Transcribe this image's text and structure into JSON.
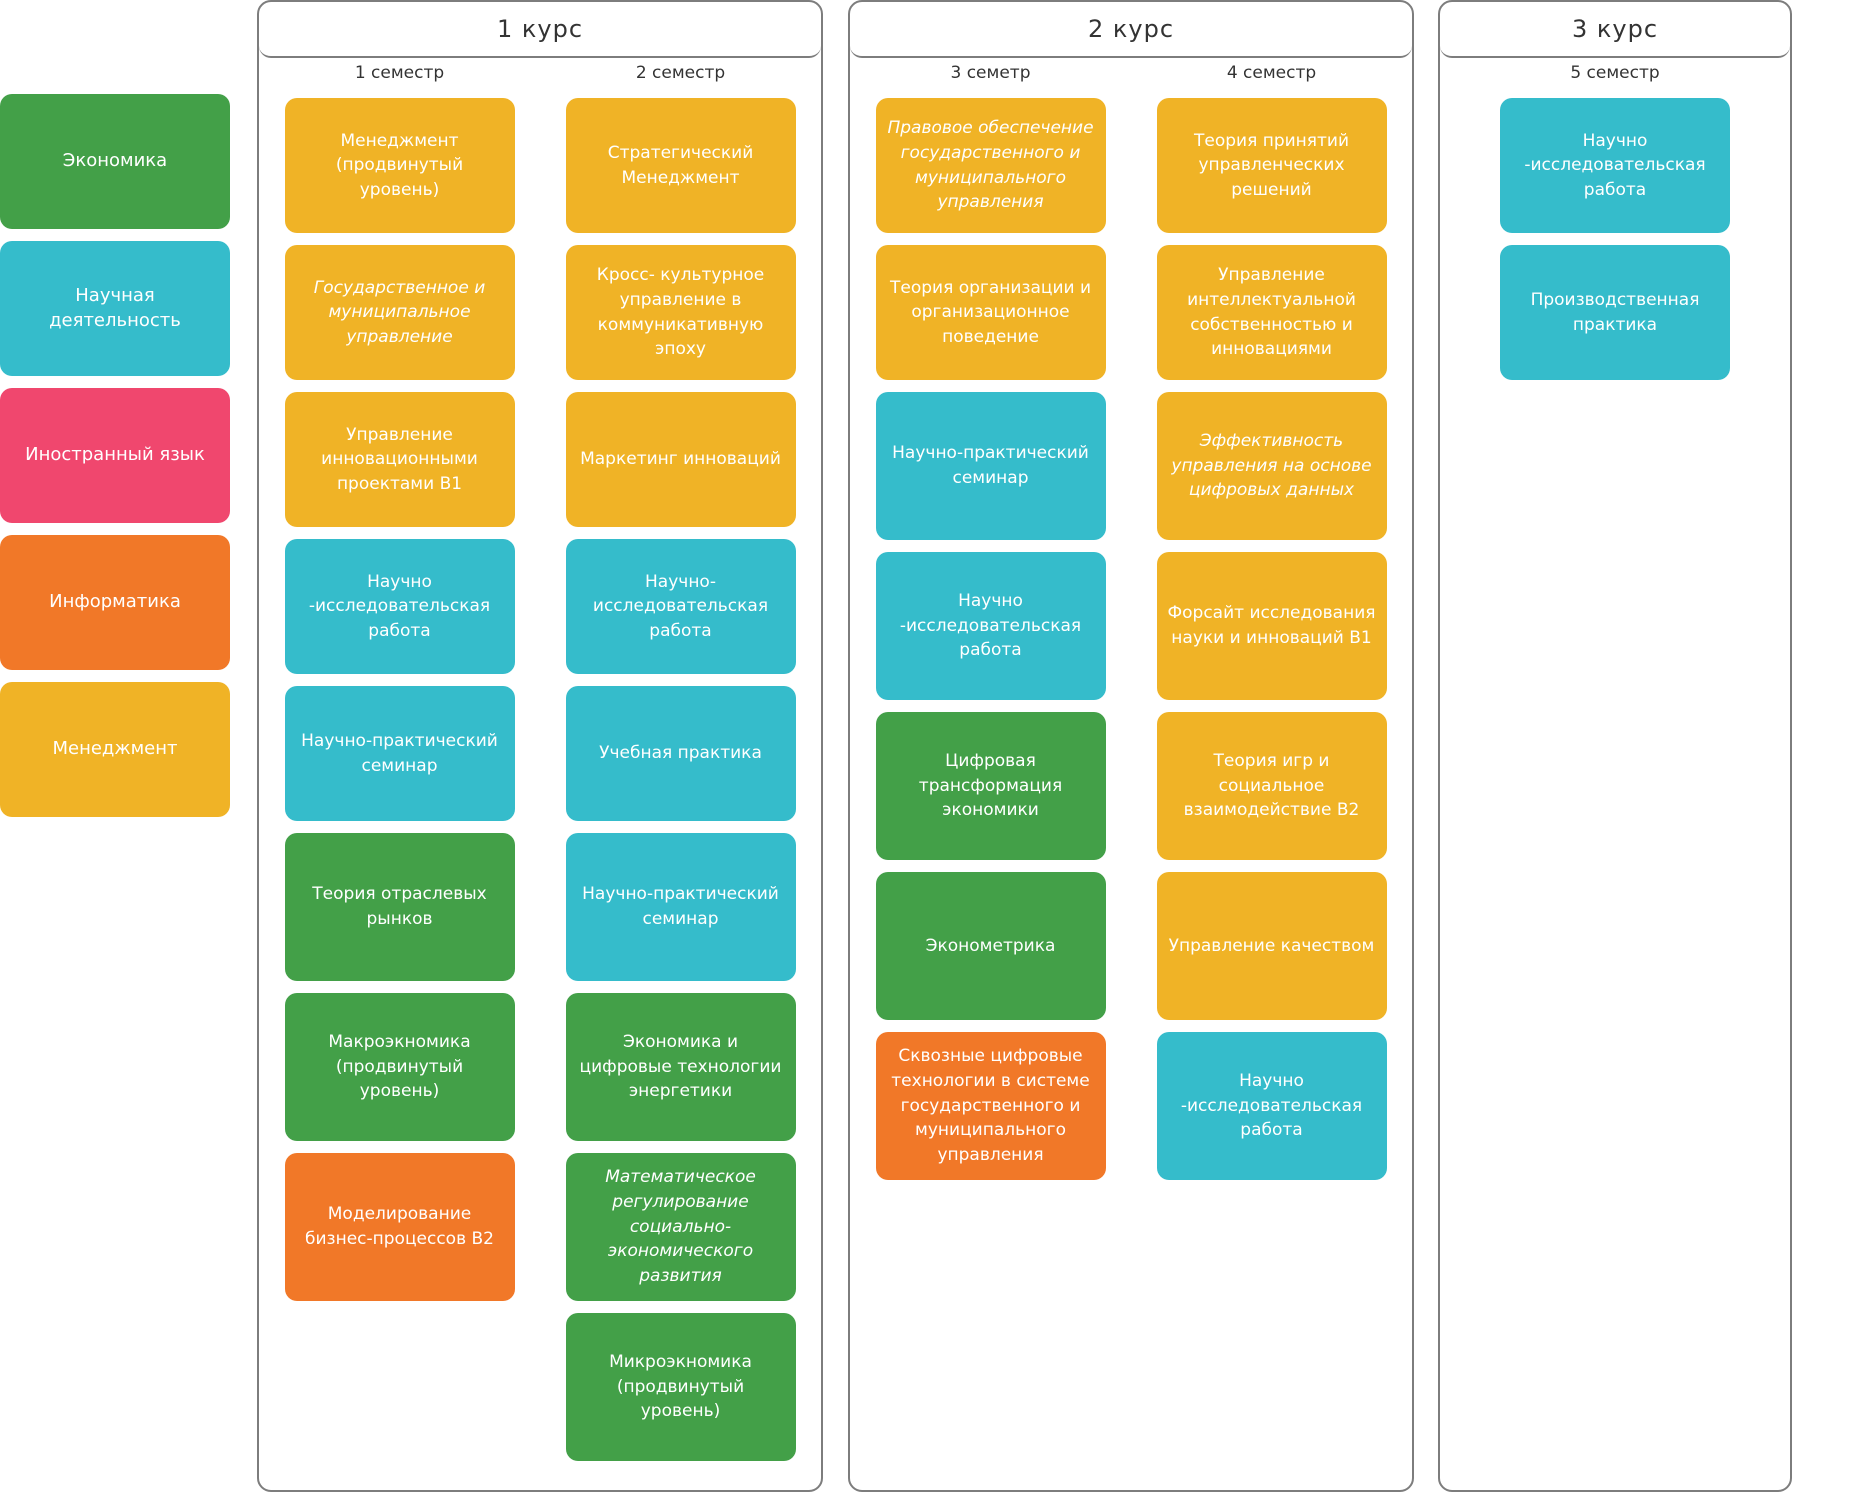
{
  "colors": {
    "economics": "#43a048",
    "research": "#35bccb",
    "language": "#f0476e",
    "informatics": "#f17828",
    "management": "#f0b326",
    "border": "#7d7d7d",
    "text_dark": "#333333"
  },
  "legend": [
    {
      "label": "Экономика",
      "category": "economics"
    },
    {
      "label": "Научная деятельность",
      "category": "research"
    },
    {
      "label": "Иностранный язык",
      "category": "language"
    },
    {
      "label": "Информатика",
      "category": "informatics"
    },
    {
      "label": "Менеджмент",
      "category": "management"
    }
  ],
  "courses": [
    {
      "title": "1 курс",
      "semesters": [
        {
          "label": "1 семестр",
          "cards": [
            {
              "text": "Менеджмент (продвинутый уровень)",
              "category": "management",
              "italic": false
            },
            {
              "text": "Государственное и муниципальное управление",
              "category": "management",
              "italic": true
            },
            {
              "text": "Управление инновационными проектами В1",
              "category": "management",
              "italic": false
            },
            {
              "text": "Научно -исследовательская работа",
              "category": "research",
              "italic": false
            },
            {
              "text": "Научно-практический семинар",
              "category": "research",
              "italic": false
            },
            {
              "text": "Теория отраслевых рынков",
              "category": "economics",
              "italic": false
            },
            {
              "text": "Макроэкномика (продвинутый уровень)",
              "category": "economics",
              "italic": false
            },
            {
              "text": "Моделирование бизнес-процессов В2",
              "category": "informatics",
              "italic": false
            }
          ]
        },
        {
          "label": "2 семестр",
          "cards": [
            {
              "text": "Стратегический Менеджмент",
              "category": "management",
              "italic": false
            },
            {
              "text": "Кросс- культурное управление в коммуникативную эпоху",
              "category": "management",
              "italic": false
            },
            {
              "text": "Маркетинг инноваций",
              "category": "management",
              "italic": false
            },
            {
              "text": "Научно- исследовательская работа",
              "category": "research",
              "italic": false
            },
            {
              "text": "Учебная практика",
              "category": "research",
              "italic": false
            },
            {
              "text": "Научно-практический семинар",
              "category": "research",
              "italic": false
            },
            {
              "text": "Экономика и цифровые технологии энергетики",
              "category": "economics",
              "italic": false
            },
            {
              "text": "Математическое регулирование социально-экономического развития",
              "category": "economics",
              "italic": true
            },
            {
              "text": "Микроэкномика (продвинутый уровень)",
              "category": "economics",
              "italic": false
            }
          ]
        }
      ]
    },
    {
      "title": "2 курс",
      "semesters": [
        {
          "label": "3 семетр",
          "cards": [
            {
              "text": "Правовое обеспечение государственного и муниципального управления",
              "category": "management",
              "italic": true
            },
            {
              "text": "Теория организации и организационное поведение",
              "category": "management",
              "italic": false
            },
            {
              "text": "Научно-практический семинар",
              "category": "research",
              "italic": false
            },
            {
              "text": "Научно -исследовательская работа",
              "category": "research",
              "italic": false
            },
            {
              "text": "Цифровая трансформация экономики",
              "category": "economics",
              "italic": false
            },
            {
              "text": "Эконометрика",
              "category": "economics",
              "italic": false
            },
            {
              "text": "Сквозные цифровые технологии в системе государственного и муниципального управления",
              "category": "informatics",
              "italic": false
            }
          ]
        },
        {
          "label": "4 семестр",
          "cards": [
            {
              "text": "Теория принятий управленческих решений",
              "category": "management",
              "italic": false
            },
            {
              "text": "Управление интеллектуальной собственностью и инновациями",
              "category": "management",
              "italic": false
            },
            {
              "text": "Эффективность управления на основе цифровых данных",
              "category": "management",
              "italic": true
            },
            {
              "text": "Форсайт исследования науки и инноваций В1",
              "category": "management",
              "italic": false
            },
            {
              "text": "Теория игр и социальное взаимодействие В2",
              "category": "management",
              "italic": false
            },
            {
              "text": "Управление качеством",
              "category": "management",
              "italic": false
            },
            {
              "text": "Научно -исследовательская работа",
              "category": "research",
              "italic": false
            }
          ]
        }
      ]
    },
    {
      "title": "3 курс",
      "semesters": [
        {
          "label": "5 семестр",
          "cards": [
            {
              "text": "Научно -исследовательская работа",
              "category": "research",
              "italic": false
            },
            {
              "text": "Производственная практика",
              "category": "research",
              "italic": false
            }
          ]
        }
      ]
    }
  ]
}
